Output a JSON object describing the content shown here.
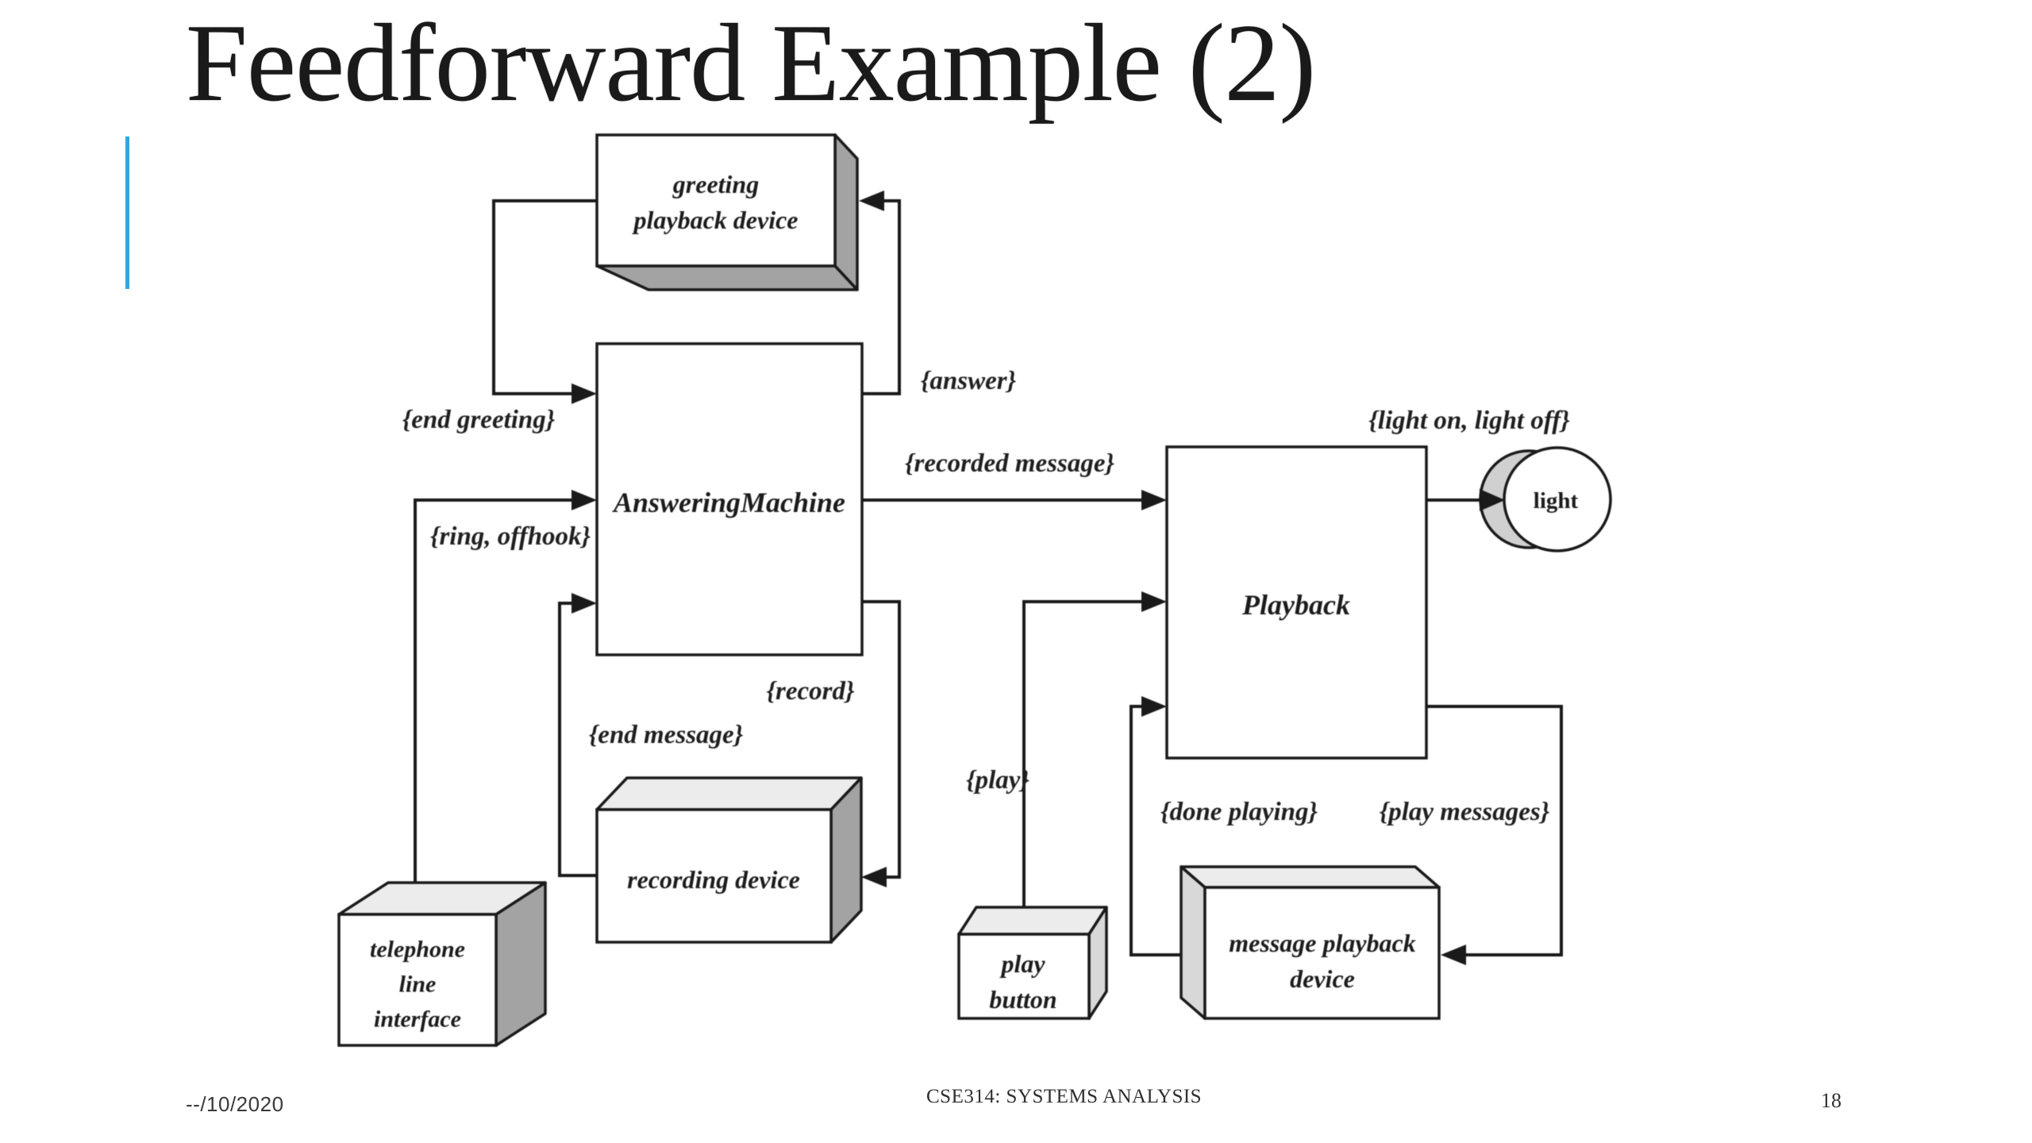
{
  "slide": {
    "title": "Feedforward Example (2)",
    "accent_color": "#2fa7de",
    "footer": {
      "date": "--/10/2020",
      "course": "CSE314: SYSTEMS ANALYSIS",
      "page_number": "18"
    }
  },
  "diagram": {
    "ink_color": "#1a1a1a",
    "side_face_color": "#a3a3a3",
    "top_face_color": "#ececec",
    "nodes": {
      "greeting_playback_device": {
        "line1": "greeting",
        "line2": "playback device"
      },
      "answering_machine": {
        "label": "AnsweringMachine"
      },
      "playback": {
        "label": "Playback"
      },
      "light": {
        "label": "light"
      },
      "recording_device": {
        "label": "recording device"
      },
      "telephone_line_interface": {
        "line1": "telephone",
        "line2": "line",
        "line3": "interface"
      },
      "play_button": {
        "line1": "play",
        "line2": "button"
      },
      "message_playback_device": {
        "line1": "message playback",
        "line2": "device"
      }
    },
    "edge_labels": {
      "end_greeting": "{end greeting}",
      "answer": "{answer}",
      "ring_offhook": "{ring, offhook}",
      "recorded_message": "{recorded message}",
      "record": "{record}",
      "end_message": "{end message}",
      "play": "{play}",
      "light_on_light_off": "{light on, light off}",
      "done_playing": "{done playing}",
      "play_messages": "{play messages}"
    }
  }
}
